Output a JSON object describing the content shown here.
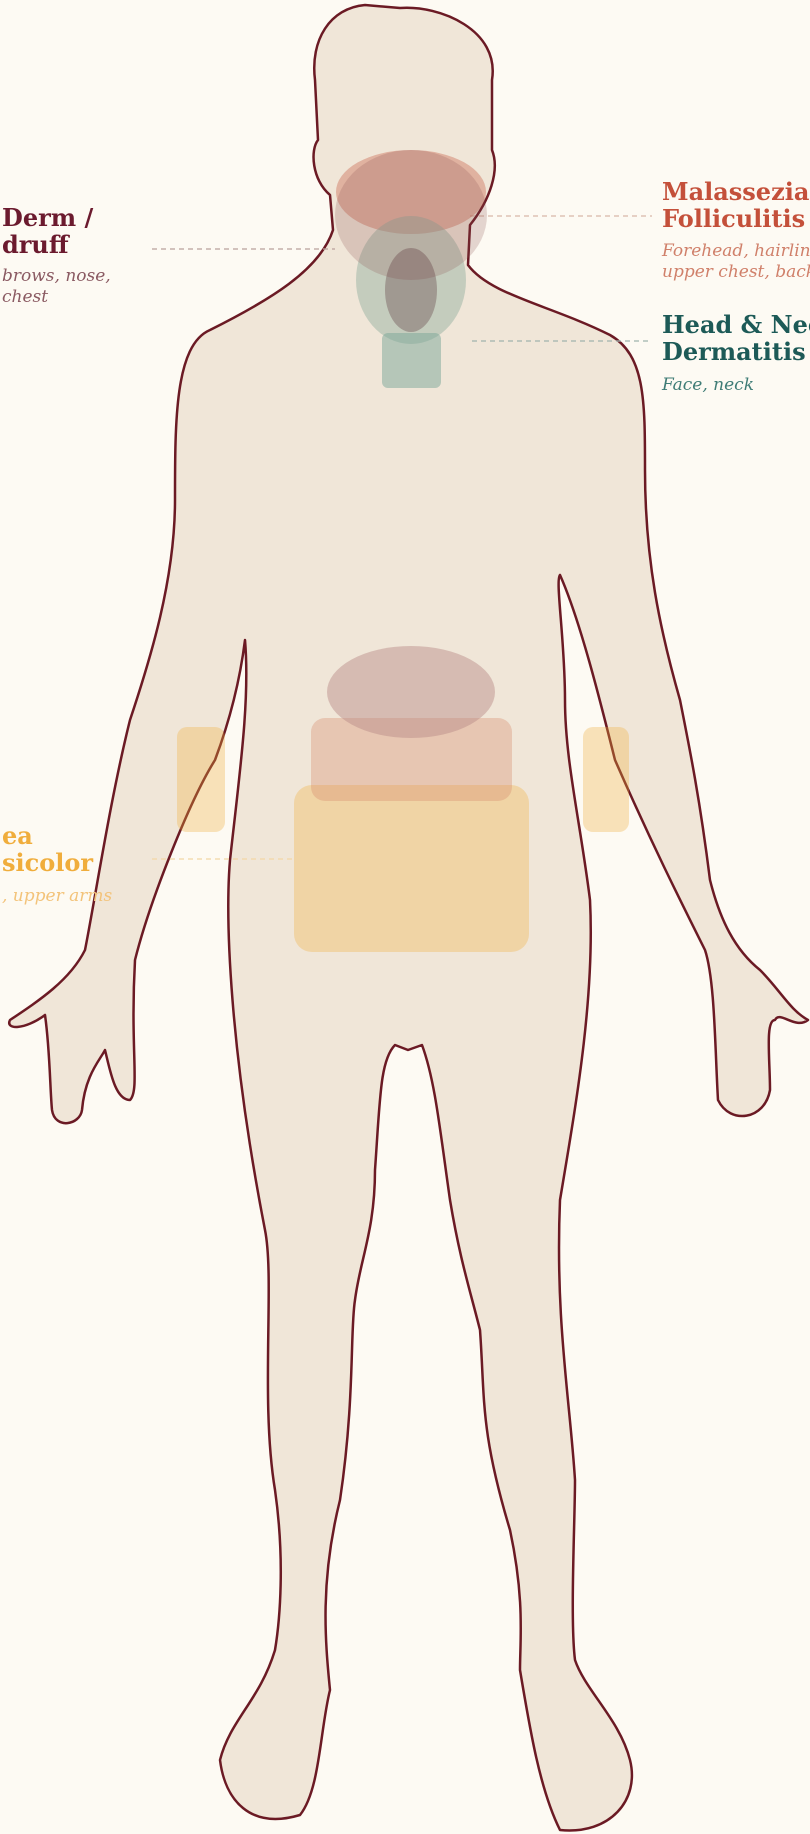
{
  "colors": {
    "background": "#fdfaf3",
    "skin": "#f0e6d8",
    "outline": "#6b1a24",
    "seb_derm": "#6b1a2e",
    "malassezia": "#c4503a",
    "head_neck": "#1d5a57",
    "tinea": "#f0ad3c"
  },
  "labels": {
    "seb_derm": {
      "title_1": "Derm /",
      "title_2": "druff",
      "sub_1": "brows, nose,",
      "sub_2": "chest"
    },
    "malassezia": {
      "title_1": "Malassezia",
      "title_2": "Folliculitis",
      "sub_1": "Forehead, hairline",
      "sub_2": "upper chest, back"
    },
    "head_neck": {
      "title_1": "Head & Neck",
      "title_2": "Dermatitis in",
      "sub_1": "Face, neck"
    },
    "tinea": {
      "title_1": "ea",
      "title_2": "sicolor",
      "sub_1": ", upper arms"
    }
  }
}
